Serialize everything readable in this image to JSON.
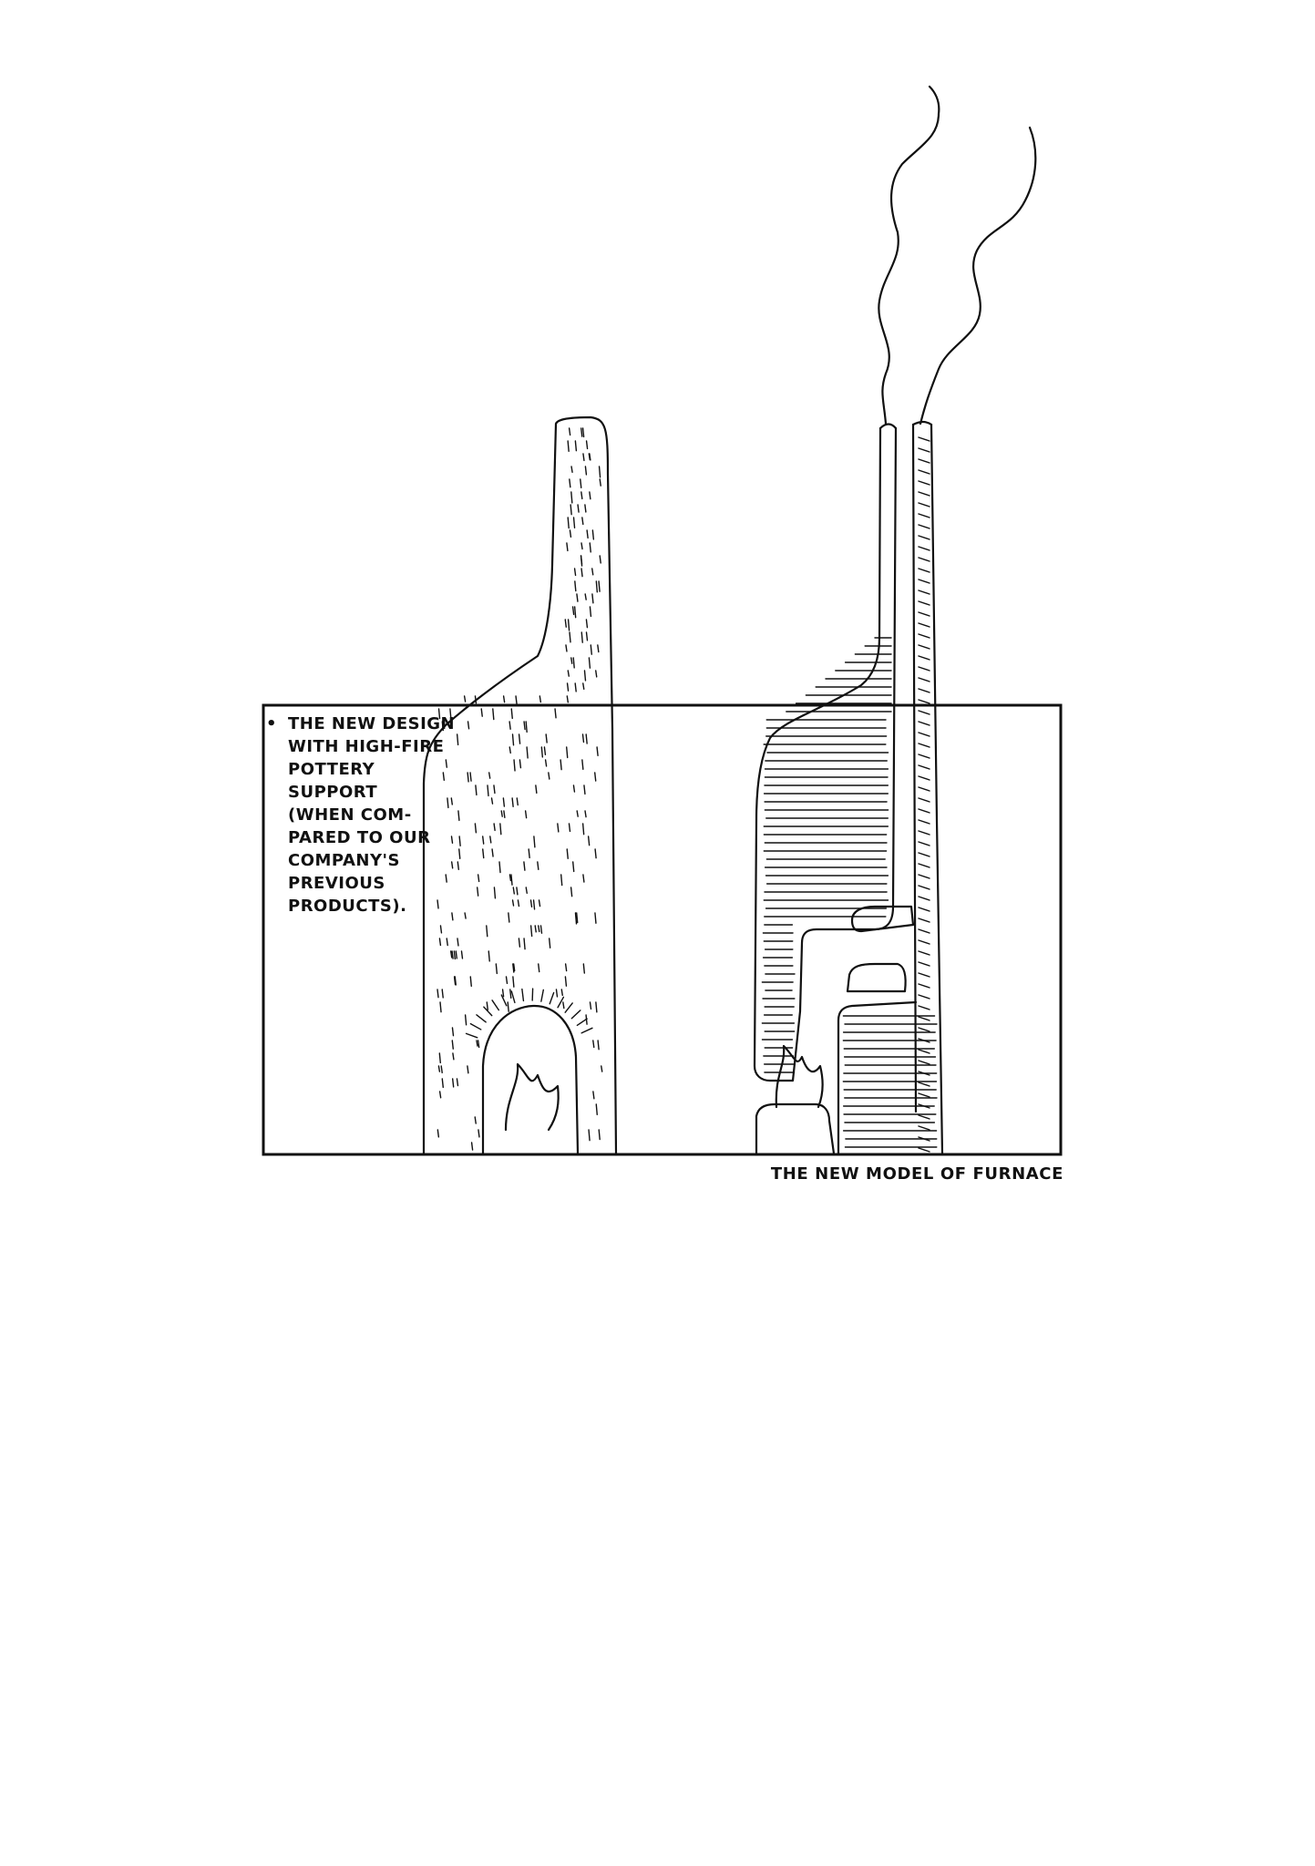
{
  "panel": {
    "note": {
      "bullet": "•",
      "lines": [
        "THE NEW DESIGN",
        "WITH HIGH-FIRE",
        "POTTERY",
        "SUPPORT",
        "(WHEN COM-",
        "PARED TO OUR",
        "COMPANY'S",
        "PREVIOUS",
        "PRODUCTS)."
      ]
    }
  },
  "caption": "THE NEW MODEL OF FURNACE"
}
